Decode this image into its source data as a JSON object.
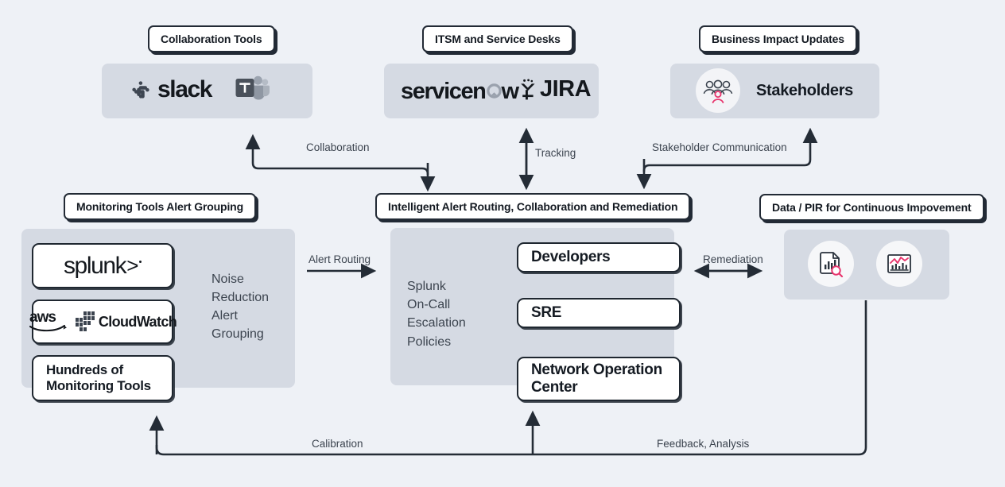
{
  "theme": {
    "background": "#eef1f6",
    "panel_grey": "#d5dae3",
    "ink": "#1f2730",
    "muted_text": "#3c444f",
    "accent_pink": "#e8356d"
  },
  "top_sections": [
    {
      "chip_label": "Collaboration Tools",
      "panel_name": "collaboration-tools-panel",
      "logos": [
        "slack",
        "microsoft-teams"
      ],
      "slack_wordmark": "slack"
    },
    {
      "chip_label": "ITSM and Service Desks",
      "panel_name": "itsm-panel",
      "logos": [
        "servicenow",
        "jira"
      ],
      "servicenow_wordmark": "servicen",
      "servicenow_wordmark_tail": "w",
      "jira_wordmark": "JIRA"
    },
    {
      "chip_label": "Business Impact Updates",
      "panel_name": "stakeholders-panel",
      "logos": [
        "stakeholders-group-icon"
      ],
      "stakeholders_label": "Stakeholders"
    }
  ],
  "bottom_sections": {
    "monitoring": {
      "chip_label": "Monitoring Tools Alert Grouping",
      "cards": [
        {
          "name": "splunk-card",
          "type": "logo",
          "logo": "splunk",
          "wordmark": "splunk",
          "wordmark_tail": ">"
        },
        {
          "name": "aws-cloudwatch-card",
          "type": "logo",
          "logo": "aws-cloudwatch",
          "wordmark": "aws",
          "wordmark_tail": "CloudWatch"
        },
        {
          "name": "hundreds-tools-card",
          "type": "text",
          "label": "Hundreds of\nMonitoring Tools"
        }
      ],
      "flow_text": "Noise\nReduction\nAlert\nGrouping",
      "arrow_count": 7
    },
    "routing": {
      "chip_label": "Intelligent Alert Routing, Collaboration and Remediation",
      "side_text": "Splunk\nOn-Call\nEscalation\nPolicies",
      "teams": [
        {
          "name": "developers-card",
          "label": "Developers"
        },
        {
          "name": "sre-card",
          "label": "SRE"
        },
        {
          "name": "noc-card",
          "label": "Network Operation\nCenter"
        }
      ]
    },
    "data_pir": {
      "chip_label": "Data / PIR for Continuous Impovement",
      "icons": [
        "report-search-icon",
        "trend-chart-icon"
      ]
    }
  },
  "connectors": [
    {
      "name": "collaboration-connector",
      "label": "Collaboration"
    },
    {
      "name": "tracking-connector",
      "label": "Tracking"
    },
    {
      "name": "stakeholder-communication-connector",
      "label": "Stakeholder Communication"
    },
    {
      "name": "alert-routing-connector",
      "label": "Alert Routing"
    },
    {
      "name": "remediation-connector",
      "label": "Remediation"
    },
    {
      "name": "calibration-connector",
      "label": "Calibration"
    },
    {
      "name": "feedback-analysis-connector",
      "label": "Feedback, Analysis"
    }
  ]
}
